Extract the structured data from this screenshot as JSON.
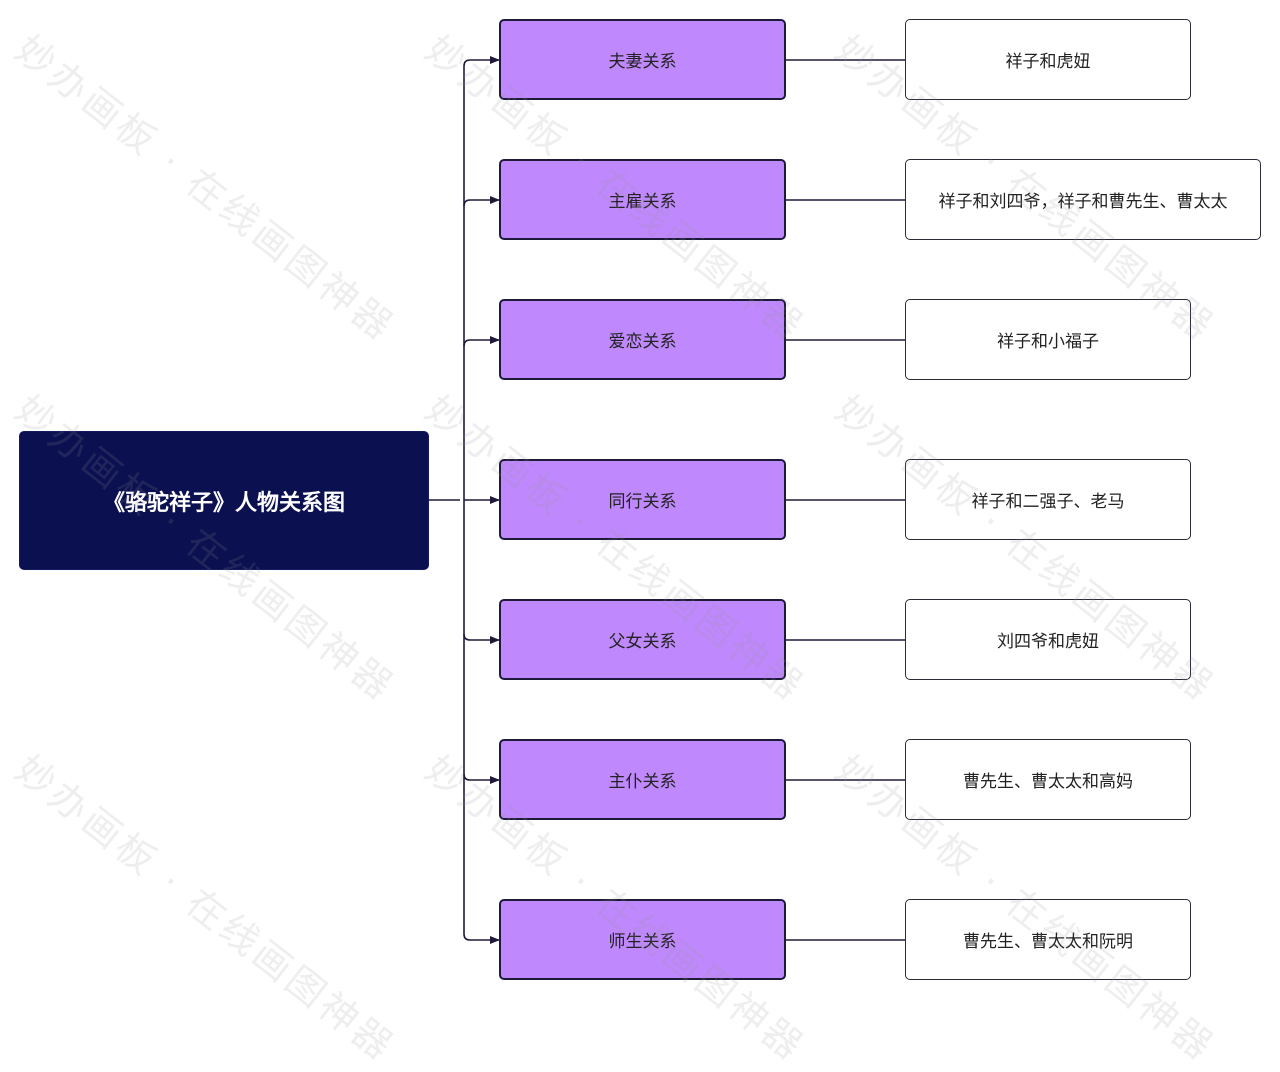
{
  "root": {
    "label": "《骆驼祥子》人物关系图"
  },
  "branches": [
    {
      "relation": "夫妻关系",
      "people": "祥子和虎妞"
    },
    {
      "relation": "主雇关系",
      "people": "祥子和刘四爷，祥子和曹先生、曹太太"
    },
    {
      "relation": "爱恋关系",
      "people": "祥子和小福子"
    },
    {
      "relation": "同行关系",
      "people": "祥子和二强子、老马"
    },
    {
      "relation": "父女关系",
      "people": "刘四爷和虎妞"
    },
    {
      "relation": "主仆关系",
      "people": "曹先生、曹太太和高妈"
    },
    {
      "relation": "师生关系",
      "people": "曹先生、曹太太和阮明"
    }
  ],
  "watermark": "妙办画板 · 在线画图神器",
  "colors": {
    "root_fill": "#0b1050",
    "relation_fill": "#bf88fc",
    "connector": "#1e1b3a",
    "person_fill": "#ffffff"
  }
}
